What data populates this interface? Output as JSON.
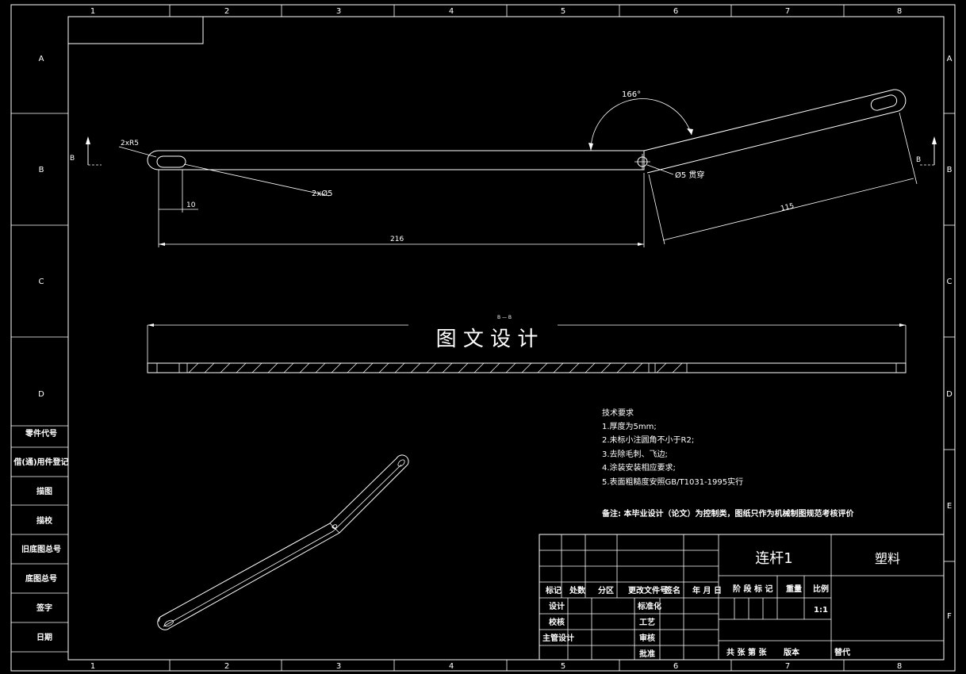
{
  "frame": {
    "columns": [
      "1",
      "2",
      "3",
      "4",
      "5",
      "6",
      "7",
      "8"
    ],
    "rows": [
      "A",
      "B",
      "C",
      "D",
      "E",
      "F"
    ]
  },
  "side_table": [
    "零件代号",
    "借(通)用件登记",
    "描图",
    "描校",
    "旧底图总号",
    "底图总号",
    "签字",
    "日期"
  ],
  "top_view": {
    "angle_label": "166°",
    "slot_label": "2xR5",
    "hole_label": "2xØ5",
    "through_label": "Ø5 贯穿",
    "dim_10": "10",
    "dim_216": "216",
    "dim_115": "115",
    "section_mark": "B"
  },
  "section_view": {
    "title": "图 文 设 计",
    "label": "B — B"
  },
  "tech": {
    "title": "技术要求",
    "items": [
      "1.厚度为5mm;",
      "2.未标小注圆角不小于R2;",
      "3.去除毛刺、飞边;",
      "4.涂装安装相应要求;",
      "5.表面粗糙度安照GB/T1031-1995实行"
    ],
    "note": "备注: 本毕业设计（论文）为控制类，图纸只作为机械制图规范考核评价"
  },
  "title_block": {
    "part_name": "连杆1",
    "material": "塑料",
    "hdr": [
      "标记",
      "处数",
      "分区",
      "更改文件号",
      "签名",
      "年 月 日"
    ],
    "stage_hdr": "阶 段 标 记",
    "weight_hdr": "重量",
    "scale_hdr": "比例",
    "scale_val": "1:1",
    "design": "设计",
    "check": "校核",
    "chief": "主管设计",
    "std": "标准化",
    "craft": "工艺",
    "review": "审核",
    "approve": "批准",
    "sheets": "共  张  第  张",
    "version": "版本",
    "replace": "替代"
  }
}
